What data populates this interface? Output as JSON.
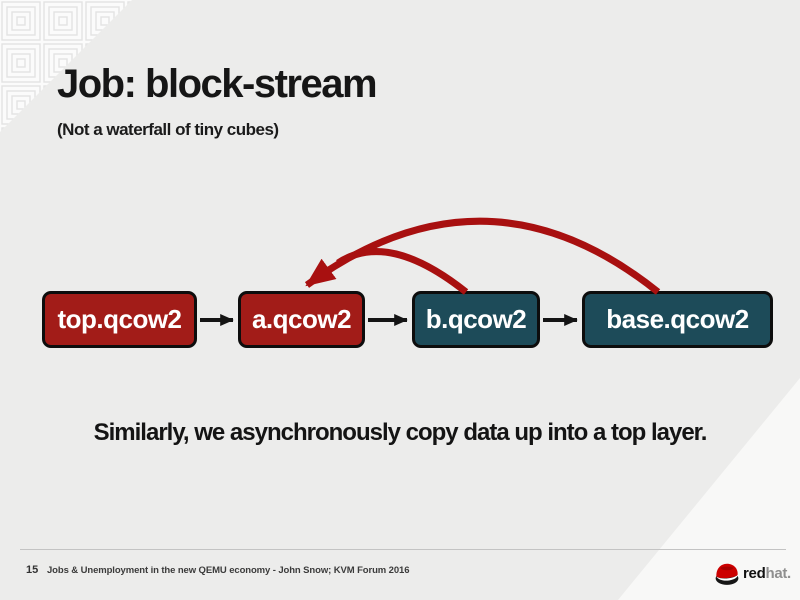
{
  "slide": {
    "title": "Job: block-stream",
    "subtitle": "(Not a waterfall of tiny cubes)",
    "caption": "Similarly, we asynchronously copy data up into a top layer.",
    "footer": {
      "page_number": "15",
      "text": "Jobs & Unemployment in the new QEMU economy - John Snow; KVM Forum 2016"
    },
    "logo": {
      "brand_bold": "red",
      "brand_light": "hat."
    }
  },
  "diagram": {
    "nodes": [
      {
        "id": "top",
        "label": "top.qcow2",
        "color": "#a21c18"
      },
      {
        "id": "a",
        "label": "a.qcow2",
        "color": "#a21c18"
      },
      {
        "id": "b",
        "label": "b.qcow2",
        "color": "#1d4b59"
      },
      {
        "id": "base",
        "label": "base.qcow2",
        "color": "#1d4b59"
      }
    ],
    "edges": [
      {
        "from": "top.qcow2",
        "to": "a.qcow2",
        "style": "straight-black-arrow"
      },
      {
        "from": "a.qcow2",
        "to": "b.qcow2",
        "style": "straight-black-arrow"
      },
      {
        "from": "b.qcow2",
        "to": "base.qcow2",
        "style": "straight-black-arrow"
      },
      {
        "from": "base.qcow2",
        "to": "a.qcow2",
        "style": "curved-red-arrow"
      },
      {
        "from": "b.qcow2",
        "to": "a.qcow2",
        "style": "curved-red-arrow"
      }
    ]
  },
  "colors": {
    "background": "#ececeb",
    "node_red": "#a21c18",
    "node_teal": "#1d4b59",
    "arc_red": "#a81010",
    "arrow_black": "#141414",
    "text_dark": "#161616"
  }
}
